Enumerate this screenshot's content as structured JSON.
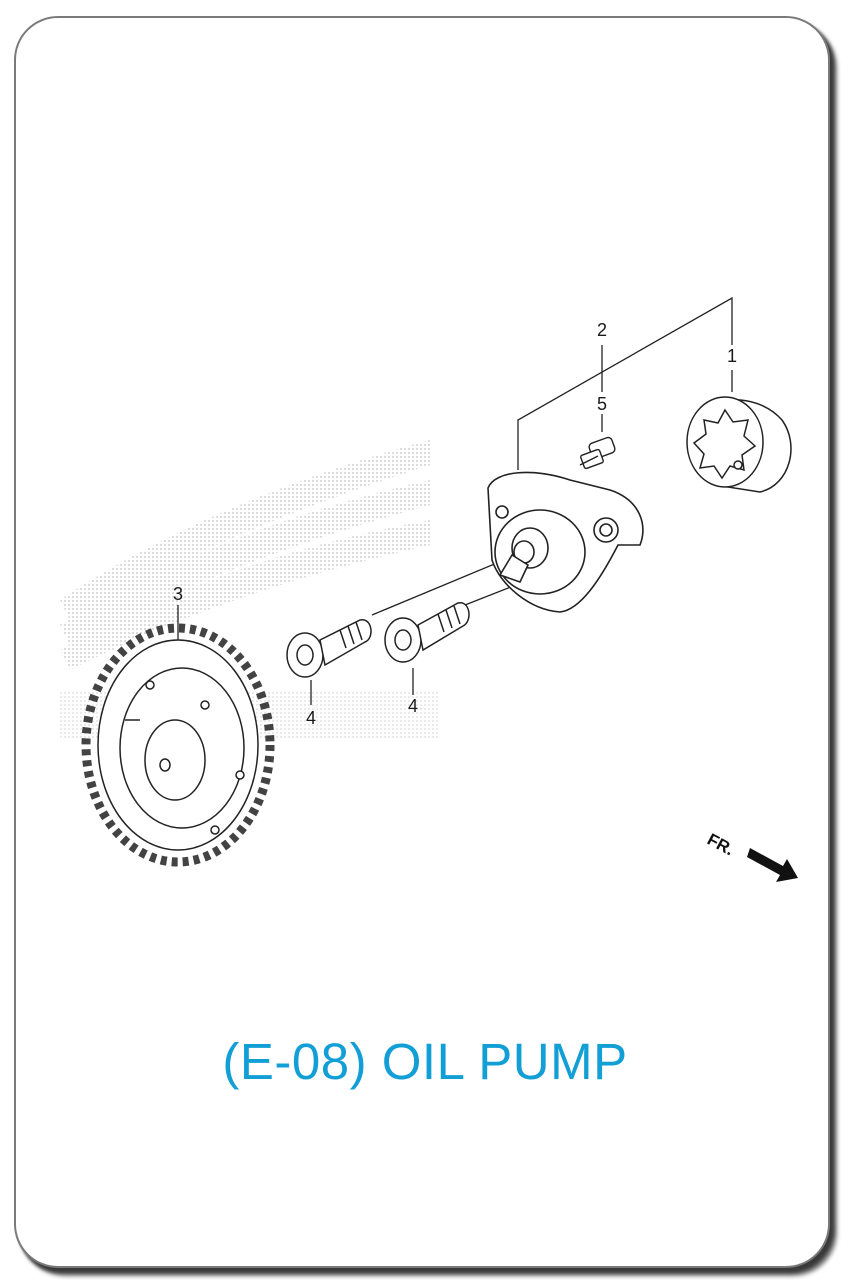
{
  "title": "(E-08) OIL PUMP",
  "callouts": {
    "part1": "1",
    "part2": "2",
    "part3": "3",
    "part4a": "4",
    "part4b": "4",
    "part5": "5"
  },
  "direction_label": "FR.",
  "colors": {
    "title": "#119fd6",
    "frame": "#7a7a7a",
    "line_art": "#222222",
    "watermark": "#c8c8c8"
  },
  "icons": {
    "direction_arrow": "arrow-right-down-icon",
    "watermark": "wing-watermark"
  }
}
